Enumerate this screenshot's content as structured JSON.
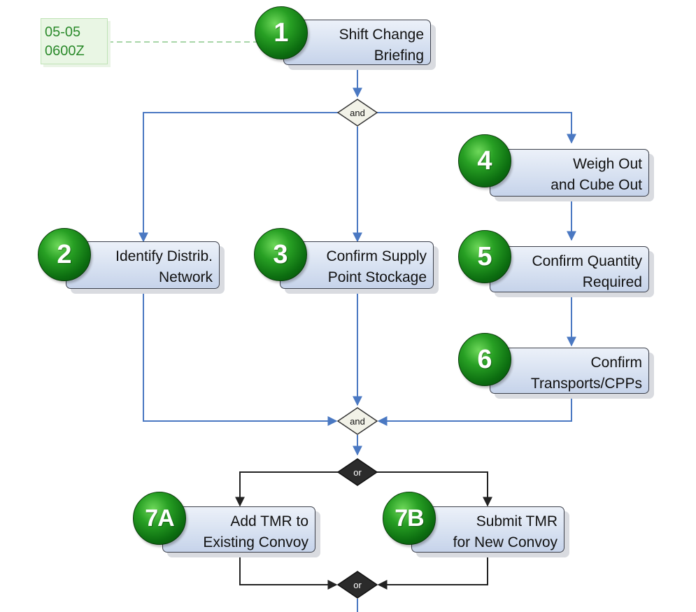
{
  "note": {
    "lines": [
      "05-05",
      "0600Z"
    ]
  },
  "tasks": [
    {
      "id": "1",
      "number": "1",
      "lines": [
        "Shift Change",
        "Briefing"
      ]
    },
    {
      "id": "2",
      "number": "2",
      "lines": [
        "Identify Distrib.",
        "Network"
      ]
    },
    {
      "id": "3",
      "number": "3",
      "lines": [
        "Confirm Supply",
        "Point Stockage"
      ]
    },
    {
      "id": "4",
      "number": "4",
      "lines": [
        "Weigh Out",
        "and Cube Out"
      ]
    },
    {
      "id": "5",
      "number": "5",
      "lines": [
        "Confirm Quantity",
        "Required"
      ]
    },
    {
      "id": "6",
      "number": "6",
      "lines": [
        "Confirm",
        "Transports/CPPs"
      ]
    },
    {
      "id": "7a",
      "number": "7A",
      "lines": [
        "Add TMR to",
        "Existing Convoy"
      ]
    },
    {
      "id": "7b",
      "number": "7B",
      "lines": [
        "Submit TMR",
        "for New Convoy"
      ]
    }
  ],
  "gateways": [
    {
      "id": "and-split",
      "label": "and",
      "style": "light"
    },
    {
      "id": "and-join",
      "label": "and",
      "style": "light"
    },
    {
      "id": "or-split",
      "label": "or",
      "style": "dark"
    },
    {
      "id": "or-join",
      "label": "or",
      "style": "dark"
    }
  ],
  "colors": {
    "flow_blue": "#4a78c2",
    "flow_black": "#222222",
    "badge_green": "#1a8a1e",
    "task_fill": "#d3ddef",
    "gateway_dark": "#2b2b2b",
    "gateway_light": "#f2f2e8",
    "note_text": "#2b8a2b"
  }
}
